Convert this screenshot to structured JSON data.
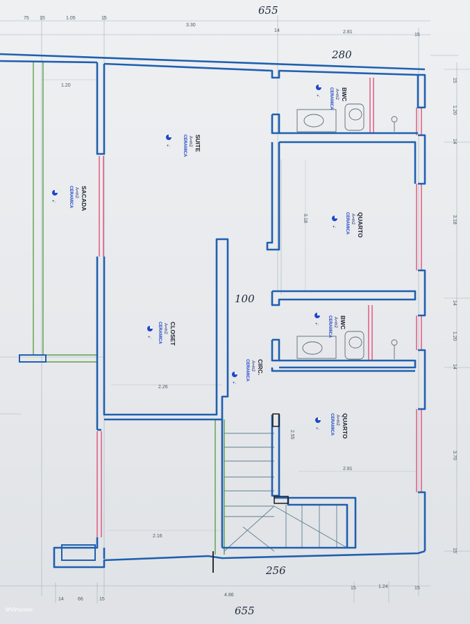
{
  "top_dimensions": [
    "75",
    "15",
    "1.05",
    "15",
    "3.30",
    "14",
    "2.81",
    "15"
  ],
  "bottom_dimensions": [
    "14",
    "66",
    "15",
    "4.86",
    "15",
    "1.24",
    "15"
  ],
  "right_dimensions": [
    "15",
    "1.20",
    "14",
    "3.18",
    "14",
    "1.20",
    "14",
    "3.70",
    "15"
  ],
  "interior_dimensions": {
    "sacada_width": "1.20",
    "quarto_height": "3.18",
    "closet_width": "2.26",
    "circ_height": "2.55",
    "quarto2_width": "2.81",
    "stair_width": "2.16"
  },
  "handwritten": {
    "top": "655",
    "top_right": "280",
    "middle": "100",
    "bottom_mid": "256",
    "bottom": "655"
  },
  "rooms": {
    "sacada": {
      "name": "SACADA",
      "area": "A=m2",
      "finish": "CERAMICA"
    },
    "suite": {
      "name": "SUITE",
      "area": "A=m2",
      "finish": "CERAMICA"
    },
    "closet": {
      "name": "CLOSET",
      "area": "A=m2",
      "finish": "CERAMICA"
    },
    "bwc_top": {
      "name": "BWC",
      "area": "A=m2",
      "finish": "CERAMICA"
    },
    "quarto_top": {
      "name": "QUARTO",
      "area": "A=m2",
      "finish": "CERAMICA"
    },
    "bwc_bottom": {
      "name": "BWC",
      "area": "A=m2",
      "finish": "CERAMICA"
    },
    "circ": {
      "name": "CIRC.",
      "area": "A=m2",
      "finish": "CERAMICA"
    },
    "quarto_bottom": {
      "name": "QUARTO",
      "area": "A=m2",
      "finish": "CERAMICA"
    }
  },
  "level_symbol": "+.",
  "watermark": "MVimoveis",
  "colors": {
    "wall": "#1f5fb0",
    "window": "#e2436e",
    "railing": "#5aa04a",
    "dim_line": "#8aa0a8"
  }
}
